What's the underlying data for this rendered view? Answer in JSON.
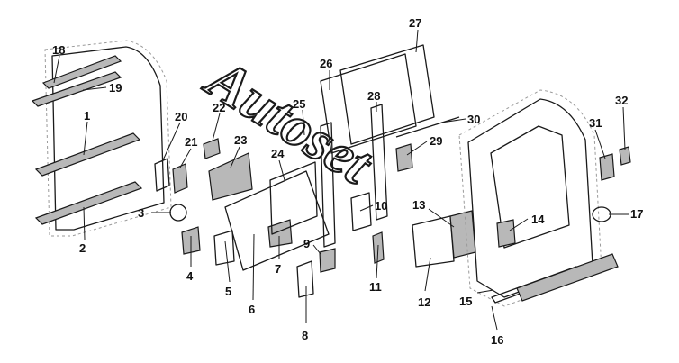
{
  "watermark": "Autoset",
  "callouts": [
    "1",
    "2",
    "3",
    "4",
    "5",
    "6",
    "7",
    "8",
    "9",
    "10",
    "11",
    "12",
    "13",
    "14",
    "15",
    "16",
    "17",
    "18",
    "19",
    "20",
    "21",
    "22",
    "23",
    "24",
    "25",
    "26",
    "27",
    "28",
    "29",
    "30",
    "31",
    "32"
  ],
  "palette": {
    "ink": "#1a1a1a",
    "fill": "#b8b8b8",
    "ghost": "#9a9a9a"
  }
}
